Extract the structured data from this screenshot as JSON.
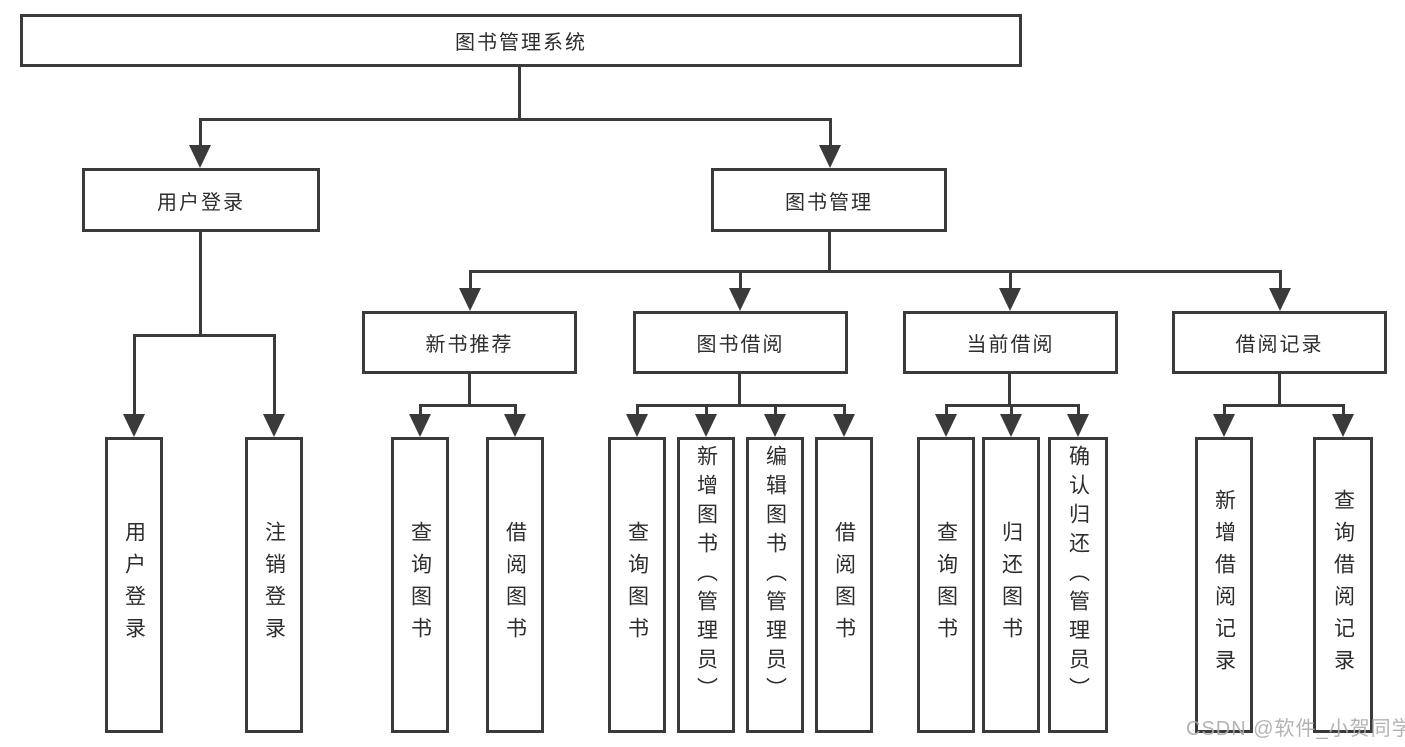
{
  "root": "图书管理系统",
  "level2": {
    "user_login": "用户登录",
    "book_management": "图书管理"
  },
  "level3": {
    "new_book_recommend": "新书推荐",
    "book_borrowing": "图书借阅",
    "current_borrowing": "当前借阅",
    "borrowing_records": "借阅记录"
  },
  "leaves": {
    "user_login": "用户登录",
    "logout": "注销登录",
    "recommend_query_book": "查询图书",
    "recommend_borrow_book": "借阅图书",
    "borrowing_query_book": "查询图书",
    "borrowing_add_book": "新增图书（管理员）",
    "borrowing_edit_book": "编辑图书（管理员）",
    "borrowing_borrow_book": "借阅图书",
    "current_query_book": "查询图书",
    "current_return_book": "归还图书",
    "current_confirm_return": "确认归还（管理员）",
    "records_add_record": "新增借阅记录",
    "records_query_record": "查询借阅记录"
  },
  "watermark": "CSDN @软件_小贺同学"
}
